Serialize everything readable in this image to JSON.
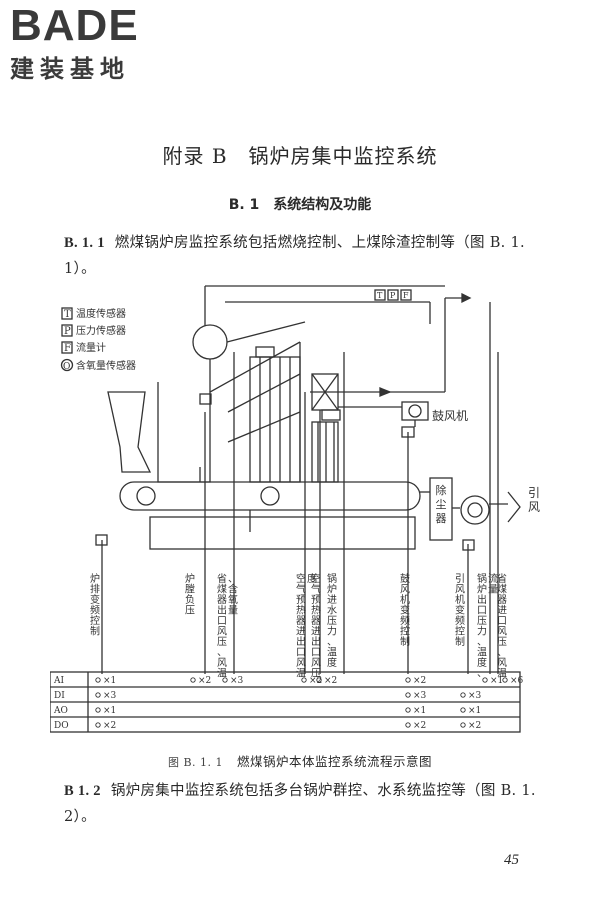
{
  "logo": {
    "main": "BADE",
    "sub": "建装基地"
  },
  "appendix_title": "附录 B　锅炉房集中监控系统",
  "section_title": "B. 1　系统结构及功能",
  "para1": {
    "num": "B. 1. 1",
    "text": "燃煤锅炉房监控系统包括燃烧控制、上煤除渣控制等（图 B. 1. 1）。"
  },
  "legend": [
    {
      "symbol": "T",
      "label": "温度传感器"
    },
    {
      "symbol": "P",
      "label": "压力传感器"
    },
    {
      "symbol": "F",
      "label": "流量计"
    },
    {
      "symbol": "O",
      "label": "含氧量传感器"
    }
  ],
  "equipment": {
    "blower": "鼓风机",
    "dust_collector": "除尘器",
    "induced_draft": "引风"
  },
  "top_sensors": [
    "T",
    "P",
    "F"
  ],
  "columns": [
    "炉排变频控制",
    "炉膛负压",
    "省煤器出口风压、风温、含氧量",
    "空气预热器进出口风温度",
    "空气预热器进出口风压",
    "锅炉进水压力、温度",
    "鼓风机变频控制",
    "引风机变频控制",
    "锅炉出口压力、温度、流量",
    "省煤器进口风压、风温"
  ],
  "io_rows": [
    {
      "label": "AI",
      "entries": [
        {
          "col": 0,
          "text": "×1"
        },
        {
          "col": 1,
          "text": "×2"
        },
        {
          "col": 2,
          "text": "×3"
        },
        {
          "col": 3,
          "text": "×2"
        },
        {
          "col": 4,
          "text": "×2"
        },
        {
          "col": 6,
          "text": "×2"
        },
        {
          "col": 8,
          "text": "×1"
        },
        {
          "col": 9,
          "text": "×6"
        }
      ]
    },
    {
      "label": "DI",
      "entries": [
        {
          "col": 0,
          "text": "×3"
        },
        {
          "col": 6,
          "text": "×3"
        },
        {
          "col": 7,
          "text": "×3"
        }
      ]
    },
    {
      "label": "AO",
      "entries": [
        {
          "col": 0,
          "text": "×1"
        },
        {
          "col": 6,
          "text": "×1"
        },
        {
          "col": 7,
          "text": "×1"
        }
      ]
    },
    {
      "label": "DO",
      "entries": [
        {
          "col": 0,
          "text": "×2"
        },
        {
          "col": 6,
          "text": "×2"
        },
        {
          "col": 7,
          "text": "×2"
        }
      ]
    }
  ],
  "caption": {
    "fig": "图 B. 1. 1",
    "text": "燃煤锅炉本体监控系统流程示意图"
  },
  "para2": {
    "num": "B 1. 2",
    "text": "锅炉房集中监控系统包括多台锅炉群控、水系统监控等（图 B. 1. 2）。"
  },
  "page_number": "45"
}
